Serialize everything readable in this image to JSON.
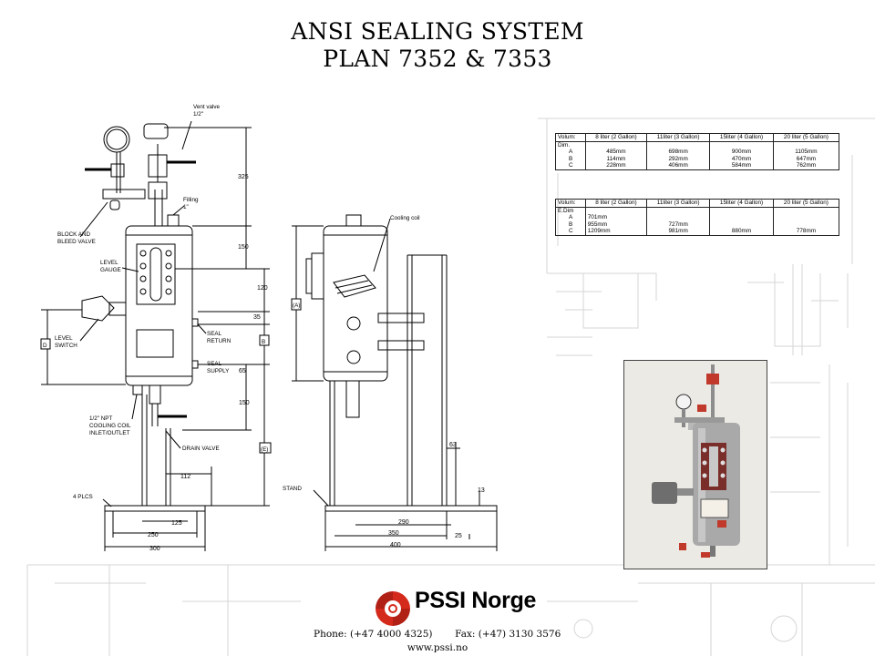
{
  "title": {
    "line1": "ANSI SEALING SYSTEM",
    "line2": "PLAN  7352 & 7353"
  },
  "front_view": {
    "labels": {
      "vent_valve": "Vent valve",
      "vent_size": "1/2\"",
      "filling": "Filling",
      "filling_size": "1\"",
      "block_bleed_1": "BLOCK AND",
      "block_bleed_2": "BLEED VALVE",
      "level_gauge_1": "LEVEL",
      "level_gauge_2": "GAUGE",
      "level_switch_1": "LEVEL",
      "level_switch_2": "SWITCH",
      "seal_return_1": "SEAL",
      "seal_return_2": "RETURN",
      "seal_supply_1": "SEAL",
      "seal_supply_2": "SUPPLY",
      "cooling_1": "1/2\" NPT",
      "cooling_2": "COOLING COIL",
      "cooling_3": "INLET/OUTLET",
      "drain_valve": "DRAIN VALVE",
      "plcs": "4 PLCS",
      "d_tag": "D",
      "b_tag": "B",
      "e_tag": "(E)"
    },
    "dims": {
      "d325": "325",
      "d150a": "150",
      "d120": "120",
      "d35": "35",
      "d65": "65",
      "d150b": "150",
      "d112": "112",
      "d125": "125",
      "d250": "250",
      "d300": "300"
    }
  },
  "side_view": {
    "labels": {
      "cooling_coil": "Cooling coil",
      "stand": "STAND",
      "a_tag": "(A)"
    },
    "dims": {
      "d63": "63",
      "d13": "13",
      "d290": "290",
      "d350": "350",
      "d25": "25",
      "d400": "400"
    }
  },
  "table1": {
    "header": [
      "Volum:",
      "8 liter (2 Gallon)",
      "11liter (3 Gallon)",
      "15liter (4 Gallon)",
      "20 liter (5 Gallon)"
    ],
    "row_label": "Dim.",
    "keys": [
      "A",
      "B",
      "C"
    ],
    "values": [
      [
        "485mm",
        "114mm",
        "228mm"
      ],
      [
        "698mm",
        "292mm",
        "406mm"
      ],
      [
        "900mm",
        "470mm",
        "584mm"
      ],
      [
        "1105mm",
        "647mm",
        "762mm"
      ]
    ]
  },
  "table2": {
    "header": [
      "Volum:",
      "8 liter (2 Gallon)",
      "11liter (3 Gallon)",
      "15liter (4 Gallon)",
      "20 liter (5 Gallon)"
    ],
    "row_label": "E.Dim",
    "keys": [
      "A",
      "B",
      "C"
    ],
    "values": [
      [
        "701mm",
        "955mm",
        "1209mm"
      ],
      [
        "",
        "727mm",
        "981mm"
      ],
      [
        "",
        "",
        "880mm"
      ],
      [
        "",
        "",
        "778mm"
      ]
    ]
  },
  "footer": {
    "brand": "PSSI Norge",
    "phone": "Phone: (+47 4000 4325)",
    "fax": "Fax: (+47) 3130 3576",
    "web": "www.pssi.no",
    "logo_red": "#d42a1c"
  }
}
